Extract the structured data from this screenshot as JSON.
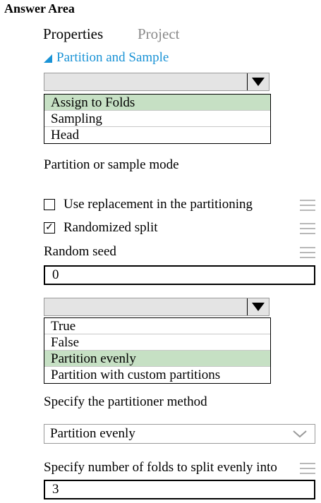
{
  "answer_area": "Answer Area",
  "tabs": [
    {
      "label": "Properties",
      "active": true
    },
    {
      "label": "Project",
      "active": false
    }
  ],
  "section": {
    "label": "Partition and Sample",
    "icon": "collapse-triangle-icon"
  },
  "mode_dropdown": {
    "selected_value": "",
    "options": [
      {
        "label": "Assign to Folds",
        "selected": true
      },
      {
        "label": "Sampling",
        "selected": false
      },
      {
        "label": "Head",
        "selected": false
      }
    ]
  },
  "mode_label": "Partition or sample mode",
  "use_replacement": {
    "label": "Use replacement in the partitioning",
    "checked": false,
    "mark": ""
  },
  "randomized_split": {
    "label": "Randomized split",
    "checked": true,
    "mark": "✓"
  },
  "random_seed": {
    "label": "Random seed",
    "value": "0"
  },
  "method_dropdown": {
    "selected_value": "",
    "options": [
      {
        "label": "True",
        "selected": false
      },
      {
        "label": "False",
        "selected": false
      },
      {
        "label": "Partition evenly",
        "selected": true
      },
      {
        "label": "Partition with custom partitions",
        "selected": false
      }
    ]
  },
  "method_label": "Specify the partitioner method",
  "method_select": {
    "value": "Partition evenly"
  },
  "folds": {
    "label": "Specify number of folds to split evenly into",
    "value": "3"
  },
  "colors": {
    "accent": "#1a93d6",
    "highlight": "#c6e0c4",
    "inactive_tab": "#8a8a8a"
  }
}
